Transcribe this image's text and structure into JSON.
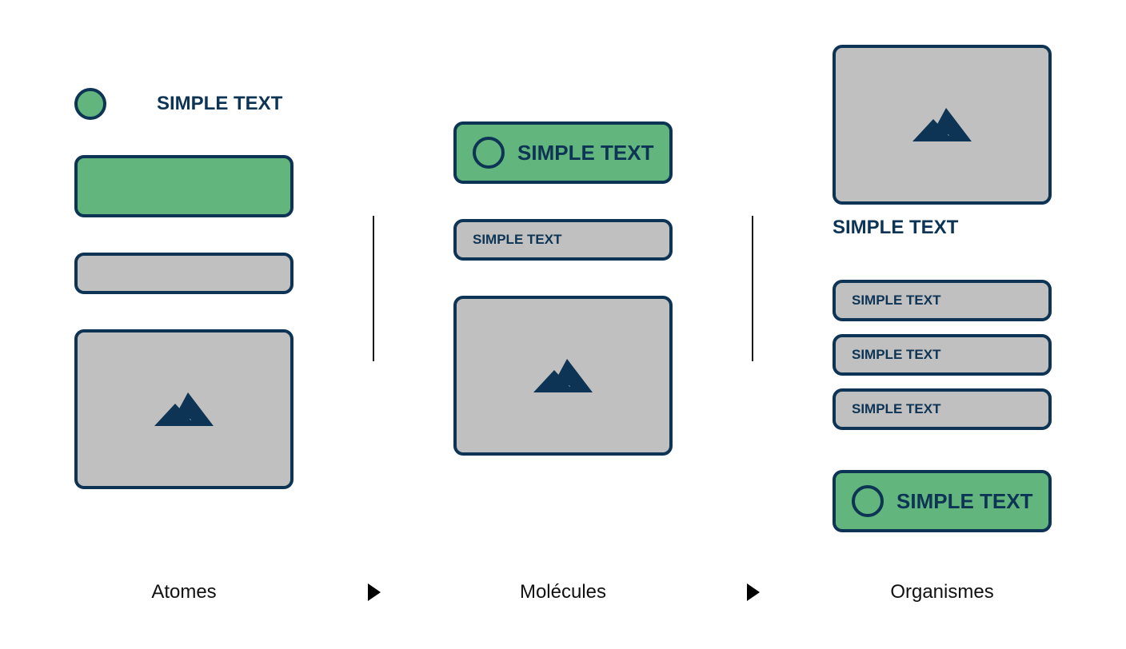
{
  "atoms": {
    "label": "Atomes",
    "text": "SIMPLE TEXT"
  },
  "molecules": {
    "label": "Molécules",
    "button_text": "SIMPLE TEXT",
    "input_text": "SIMPLE TEXT"
  },
  "organisms": {
    "label": "Organismes",
    "heading": "SIMPLE TEXT",
    "list_items": [
      "SIMPLE TEXT",
      "SIMPLE TEXT",
      "SIMPLE TEXT"
    ],
    "button_text": "SIMPLE TEXT"
  },
  "icons": {
    "image_placeholder": "mountain-icon",
    "flow_arrow": "triangle-right-icon"
  },
  "colors": {
    "navy": "#0d3454",
    "green": "#62b57c",
    "grey": "#c0c0c0"
  }
}
